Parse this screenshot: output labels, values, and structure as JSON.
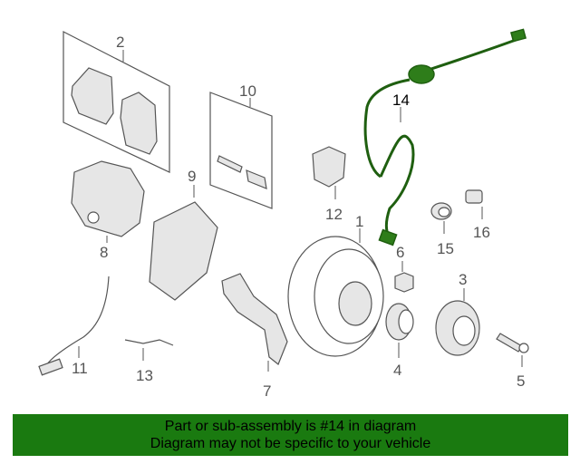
{
  "banner": {
    "line1": "Part or sub-assembly is #14 in diagram",
    "line2": "Diagram may not be specific to your vehicle",
    "bg_color": "#1a7a10"
  },
  "highlight_color": "#1f5f10",
  "callouts": {
    "c1": "1",
    "c2": "2",
    "c3": "3",
    "c4": "4",
    "c5": "5",
    "c6": "6",
    "c7": "7",
    "c8": "8",
    "c9": "9",
    "c10": "10",
    "c11": "11",
    "c12": "12",
    "c13": "13",
    "c14": "14",
    "c15": "15",
    "c16": "16"
  }
}
